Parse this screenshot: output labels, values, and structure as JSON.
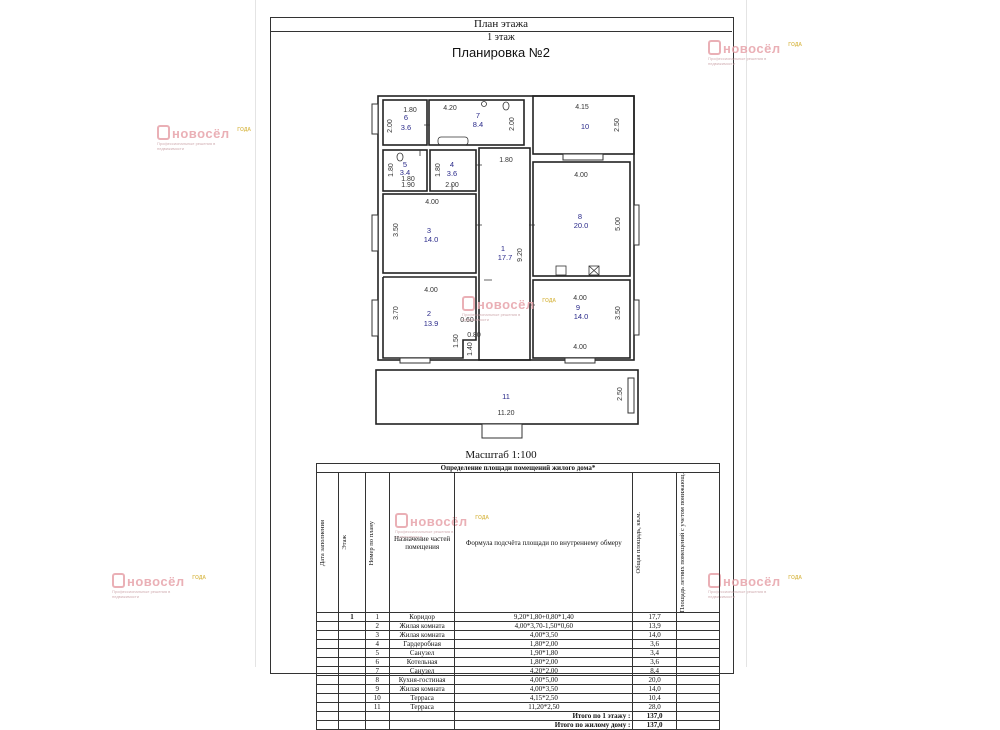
{
  "header": {
    "plan_title": "План этажа",
    "floor": "1 этаж",
    "layout_name": "Планировка №2",
    "scale": "Масштаб 1:100"
  },
  "watermark": {
    "brand": "новосёл",
    "tagline": "Профессиональные решения в недвижимости",
    "year_label": "ГОДА"
  },
  "plan": {
    "rooms": [
      {
        "num": "1",
        "area": "17.7"
      },
      {
        "num": "2",
        "area": "13.9"
      },
      {
        "num": "3",
        "area": "14.0"
      },
      {
        "num": "4",
        "area": "3.6"
      },
      {
        "num": "5",
        "area": "3.4"
      },
      {
        "num": "6",
        "area": "3.6"
      },
      {
        "num": "7",
        "area": "8.4"
      },
      {
        "num": "8",
        "area": "20.0"
      },
      {
        "num": "9",
        "area": "14.0"
      },
      {
        "num": "10",
        "area": ""
      },
      {
        "num": "11",
        "area": ""
      }
    ],
    "dims": [
      "1.80",
      "2.00",
      "4.20",
      "2.00",
      "4.15",
      "2.50",
      "1.80",
      "1.80",
      "1.80",
      "1.90",
      "2.00",
      "1.80",
      "4.00",
      "4.00",
      "5.00",
      "3.50",
      "9.20",
      "4.00",
      "4.00",
      "3.70",
      "0.60",
      "3.50",
      "0.80",
      "1.50",
      "1.40",
      "4.00",
      "2.50",
      "11.20"
    ]
  },
  "table": {
    "caption": "Определение площади помещений жилого дома*",
    "headers": {
      "date": "Дата заполнения",
      "floor": "Этаж",
      "plan_no": "Номер по плану",
      "purpose": "Назначение частей помещения",
      "formula": "Формула подсчёта площади по внутреннему обмеру",
      "total": "Общая площадь, кв.м.",
      "adjusted": "Площадь летних помещений с учетом понижающ."
    },
    "floor_value": "1",
    "rows": [
      {
        "no": "1",
        "name": "Коридор",
        "formula": "9,20*1,80+0,80*1,40",
        "area": "17,7"
      },
      {
        "no": "2",
        "name": "Жилая комната",
        "formula": "4,00*3,70-1,50*0,60",
        "area": "13,9"
      },
      {
        "no": "3",
        "name": "Жилая комната",
        "formula": "4,00*3,50",
        "area": "14,0"
      },
      {
        "no": "4",
        "name": "Гардеробная",
        "formula": "1,80*2,00",
        "area": "3,6"
      },
      {
        "no": "5",
        "name": "Санузел",
        "formula": "1,90*1,80",
        "area": "3,4"
      },
      {
        "no": "6",
        "name": "Котельная",
        "formula": "1,80*2,00",
        "area": "3,6"
      },
      {
        "no": "7",
        "name": "Санузел",
        "formula": "4,20*2,00",
        "area": "8,4"
      },
      {
        "no": "8",
        "name": "Кухня-гостиная",
        "formula": "4,00*5,00",
        "area": "20,0"
      },
      {
        "no": "9",
        "name": "Жилая комната",
        "formula": "4,00*3,50",
        "area": "14,0"
      },
      {
        "no": "10",
        "name": "Терраса",
        "formula": "4,15*2,50",
        "area": "10,4"
      },
      {
        "no": "11",
        "name": "Терраса",
        "formula": "11,20*2,50",
        "area": "28,0"
      }
    ],
    "total_floor_label": "Итого по 1 этажу :",
    "total_floor_value": "137,0",
    "total_house_label": "Итого по жилому дому :",
    "total_house_value": "137,0"
  },
  "colors": {
    "wall": "#222222",
    "room_label": "#2a2a8a",
    "watermark": "#e7a3aa"
  }
}
